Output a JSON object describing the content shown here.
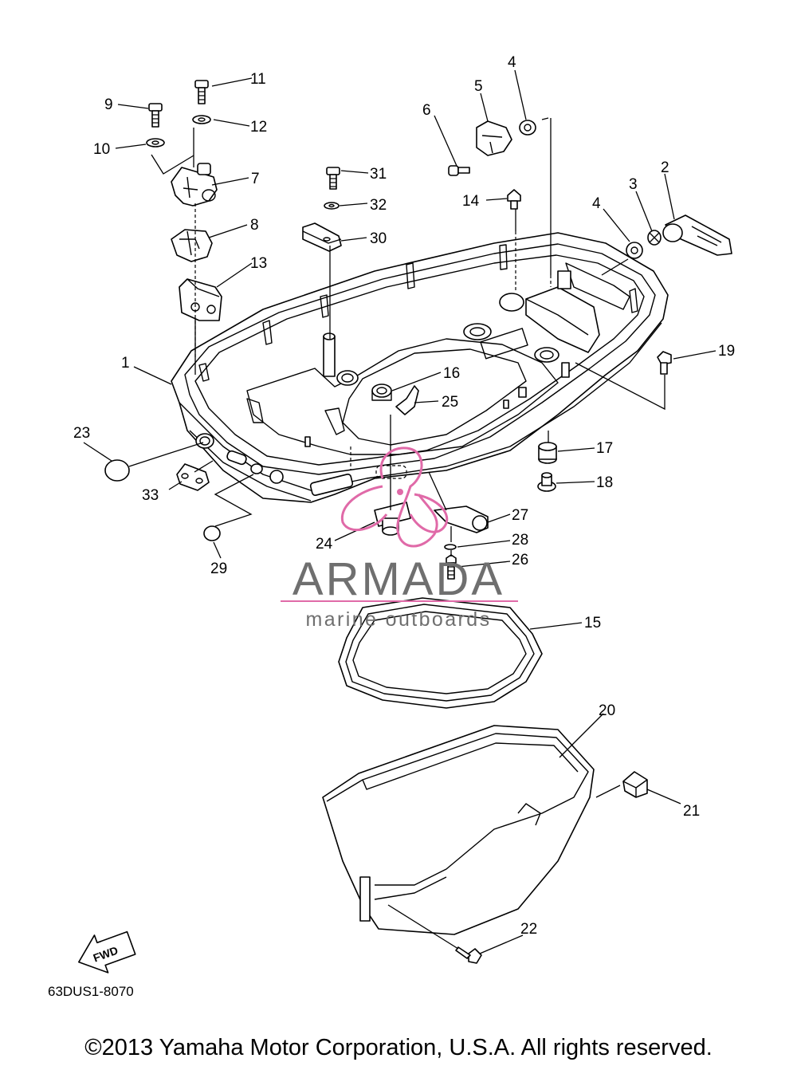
{
  "diagram": {
    "callouts": {
      "c1": "1",
      "c2": "2",
      "c3": "3",
      "c4a": "4",
      "c4b": "4",
      "c5": "5",
      "c6": "6",
      "c7": "7",
      "c8": "8",
      "c9": "9",
      "c10": "10",
      "c11": "11",
      "c12": "12",
      "c13": "13",
      "c14": "14",
      "c15": "15",
      "c16": "16",
      "c17": "17",
      "c18": "18",
      "c19": "19",
      "c20": "20",
      "c21": "21",
      "c22": "22",
      "c23": "23",
      "c24": "24",
      "c25": "25",
      "c26": "26",
      "c27": "27",
      "c28": "28",
      "c29": "29",
      "c30": "30",
      "c31": "31",
      "c32": "32",
      "c33": "33"
    },
    "fwd_label": "FWD",
    "code": "63DUS1-8070"
  },
  "watermark": {
    "brand": "ARMADA",
    "tagline": "marine outboards",
    "color": "#e06aa8"
  },
  "copyright": "©2013 Yamaha Motor Corporation, U.S.A. All rights reserved."
}
